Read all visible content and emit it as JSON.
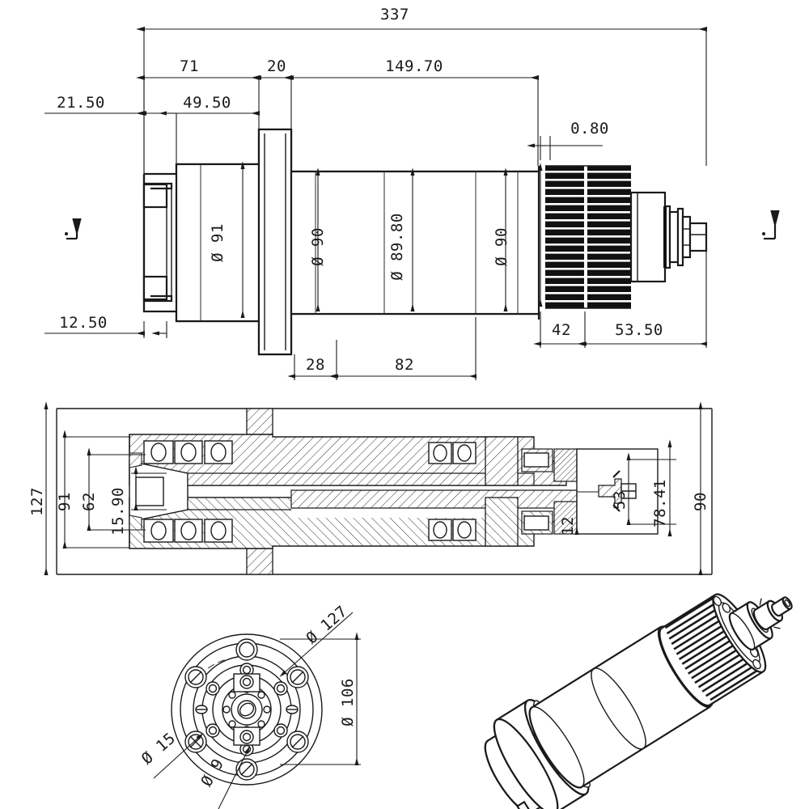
{
  "drawing": {
    "title": "CNC Spindle Motor Technical Drawing",
    "units": "mm",
    "line_color": "#1a1a1a",
    "background": "#ffffff"
  },
  "views": {
    "front_elevation": {
      "name": "front-elevation-view",
      "overall_length_label": "337",
      "top_chain": [
        {
          "label": "71"
        },
        {
          "label": "20"
        },
        {
          "label": "149.70"
        }
      ],
      "second_chain": [
        {
          "label": "21.50"
        },
        {
          "label": "49.50"
        }
      ],
      "lower_left": {
        "label": "12.50"
      },
      "bottom_chain": [
        {
          "label": "28"
        },
        {
          "label": "82"
        }
      ],
      "right_chain": [
        {
          "label": "42"
        },
        {
          "label": "53.50"
        }
      ],
      "small_gap": {
        "label": "0.80"
      },
      "diameters": [
        {
          "label": "Ø 91"
        },
        {
          "label": "Ø 90"
        },
        {
          "label": "Ø 89.80"
        },
        {
          "label": "Ø 90"
        }
      ]
    },
    "section_view": {
      "name": "longitudinal-section-view",
      "left_dims": [
        {
          "label": "127"
        },
        {
          "label": "91"
        },
        {
          "label": "62"
        },
        {
          "label": "15.90"
        }
      ],
      "right_dims": [
        {
          "label": "12"
        },
        {
          "label": "53"
        },
        {
          "label": "78.41"
        },
        {
          "label": "90"
        }
      ]
    },
    "flange_end_view": {
      "name": "flange-end-view",
      "dims": [
        {
          "label": "Ø 127"
        },
        {
          "label": "Ø 106"
        },
        {
          "label": "Ø 15"
        },
        {
          "label": "Ø 9"
        }
      ]
    },
    "isometric_view": {
      "name": "isometric-3d-view",
      "caption": ""
    }
  },
  "section_marks": {
    "left_mark": "section-arrow-left",
    "right_mark": "section-arrow-right"
  }
}
